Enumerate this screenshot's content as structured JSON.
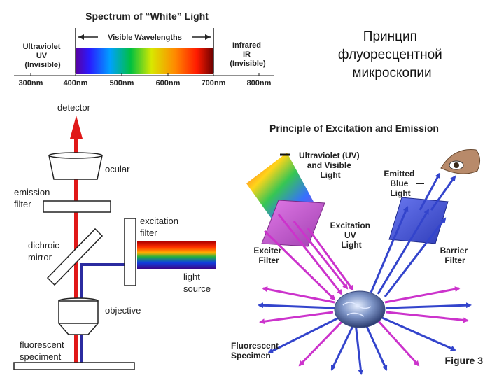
{
  "title_ru": [
    "Принцип",
    "флуоресцентной",
    "микроскопии"
  ],
  "spectrum": {
    "title": "Spectrum of “White” Light",
    "visible_label": "Visible Wavelengths",
    "uv_label": [
      "Ultraviolet",
      "UV",
      "(Invisible)"
    ],
    "ir_label": [
      "Infrared",
      "IR",
      "(Invisible)"
    ],
    "ticks": [
      "300nm",
      "400nm",
      "500nm",
      "600nm",
      "700nm",
      "800nm"
    ]
  },
  "microscope": {
    "detector": "detector",
    "ocular": "ocular",
    "emission_filter": [
      "emission",
      "filter"
    ],
    "excitation_filter": [
      "excitation",
      "filter"
    ],
    "dichroic_mirror": [
      "dichroic",
      "mirror"
    ],
    "light_source": [
      "light",
      "source"
    ],
    "objective": "objective",
    "specimen": [
      "fluorescent",
      "speciment"
    ]
  },
  "excitation_emission": {
    "title": "Principle of Excitation and Emission",
    "uv_visible": [
      "Ultraviolet (UV)",
      "and Visible",
      "Light"
    ],
    "emitted_blue": [
      "Emitted",
      "Blue",
      "Light"
    ],
    "excitation_uv": [
      "Excitation",
      "UV",
      "Light"
    ],
    "exciter_filter": [
      "Exciter",
      "Filter"
    ],
    "barrier_filter": [
      "Barrier",
      "Filter"
    ],
    "specimen": [
      "Fluorescent",
      "Specimen"
    ],
    "figure": "Figure 3"
  },
  "colors": {
    "excitation": "#2b2ba0",
    "emission": "#e01818",
    "magenta": "#cc33cc",
    "blue": "#3344cc"
  }
}
